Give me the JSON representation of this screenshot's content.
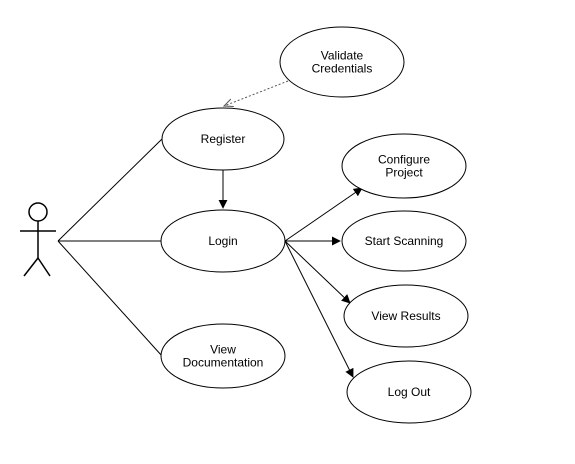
{
  "diagram": {
    "type": "use-case",
    "colors": {
      "stroke": "#000000",
      "fill": "#ffffff",
      "dashed": "#555555"
    },
    "actor": {
      "name": ""
    },
    "usecases": {
      "validate": [
        "Validate",
        "Credentials"
      ],
      "register": [
        "Register"
      ],
      "login": [
        "Login"
      ],
      "documentation": [
        "View",
        "Documentation"
      ],
      "configure": [
        "Configure",
        "Project"
      ],
      "scanning": [
        "Start Scanning"
      ],
      "results": [
        "View Results"
      ],
      "logout": [
        "Log Out"
      ]
    },
    "relations": [
      {
        "from": "actor",
        "to": "register",
        "kind": "association"
      },
      {
        "from": "actor",
        "to": "login",
        "kind": "association"
      },
      {
        "from": "actor",
        "to": "documentation",
        "kind": "association"
      },
      {
        "from": "validate",
        "to": "register",
        "kind": "dashed-arrow"
      },
      {
        "from": "register",
        "to": "login",
        "kind": "arrow"
      },
      {
        "from": "login",
        "to": "configure",
        "kind": "arrow"
      },
      {
        "from": "login",
        "to": "scanning",
        "kind": "arrow"
      },
      {
        "from": "login",
        "to": "results",
        "kind": "arrow"
      },
      {
        "from": "login",
        "to": "logout",
        "kind": "arrow"
      }
    ]
  }
}
